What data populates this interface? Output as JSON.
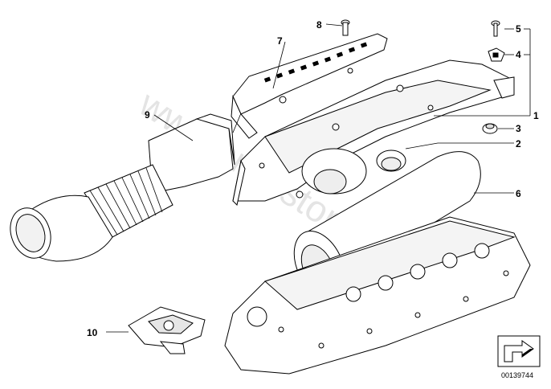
{
  "watermark": "www.bmwstore.net",
  "document_number": "00139744",
  "callouts": [
    {
      "id": "1",
      "label": "1"
    },
    {
      "id": "2",
      "label": "2"
    },
    {
      "id": "3",
      "label": "3"
    },
    {
      "id": "4",
      "label": "4"
    },
    {
      "id": "5",
      "label": "5"
    },
    {
      "id": "6",
      "label": "6"
    },
    {
      "id": "7",
      "label": "7"
    },
    {
      "id": "8",
      "label": "8"
    },
    {
      "id": "9",
      "label": "9"
    },
    {
      "id": "10",
      "label": "10"
    }
  ],
  "icons": {
    "arrow_badge": "direction-arrow-icon"
  }
}
